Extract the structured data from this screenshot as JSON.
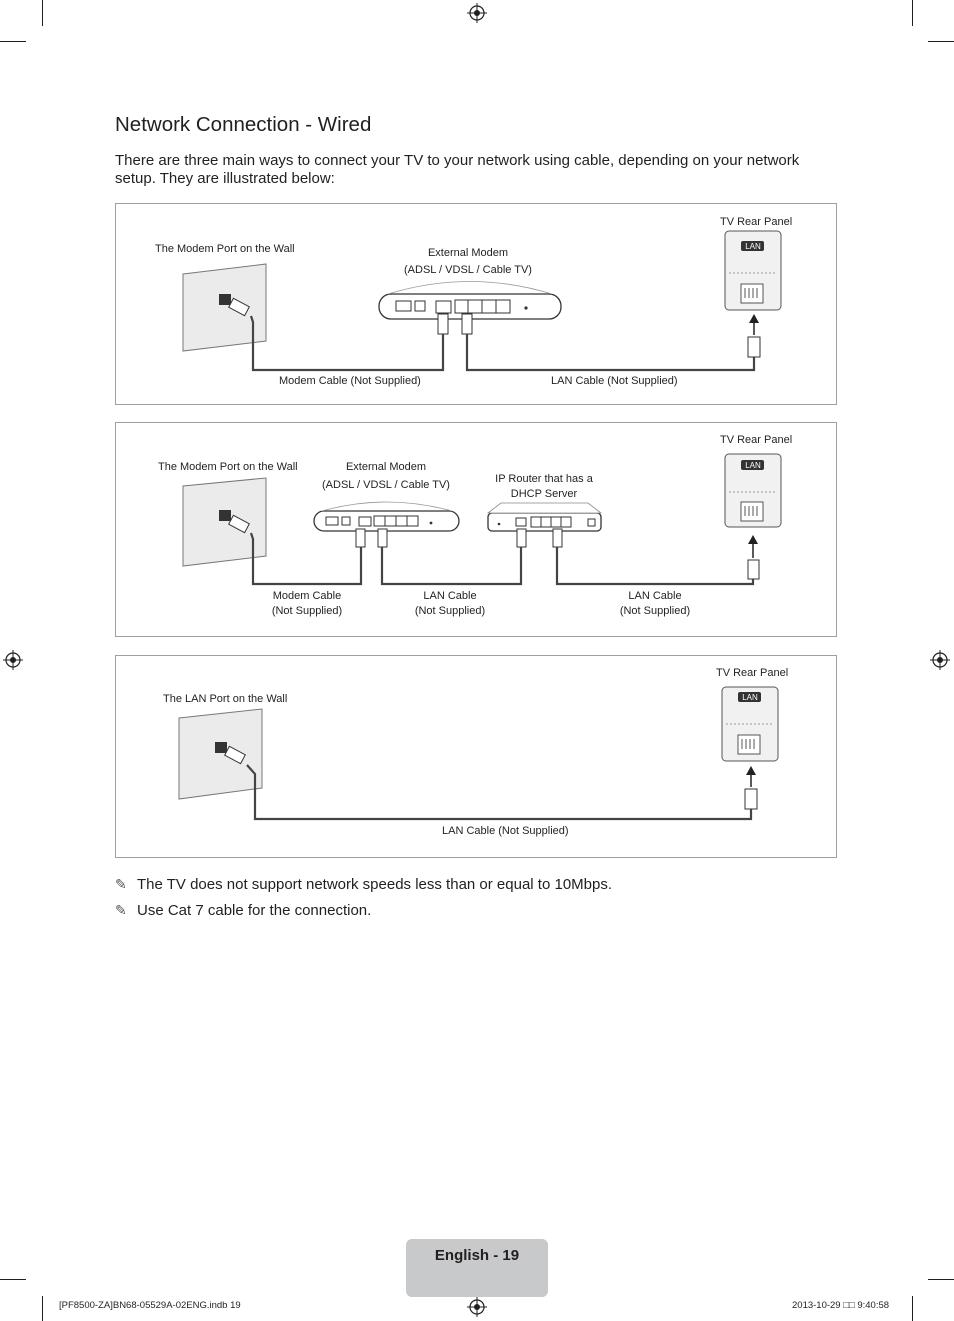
{
  "title": "Network Connection - Wired",
  "intro": "There are three main ways to connect your TV to your network using cable, depending on your network setup. They are illustrated below:",
  "diagram1": {
    "wall": "The Modem Port on the Wall",
    "modem_l1": "External Modem",
    "modem_l2": "(ADSL / VDSL / Cable TV)",
    "tv": "TV Rear Panel",
    "lan": "LAN",
    "cable1": "Modem Cable (Not Supplied)",
    "cable2": "LAN Cable (Not Supplied)"
  },
  "diagram2": {
    "wall": "The Modem Port on the Wall",
    "modem_l1": "External Modem",
    "modem_l2": "(ADSL / VDSL / Cable TV)",
    "router_l1": "IP Router that has a",
    "router_l2": "DHCP Server",
    "tv": "TV Rear Panel",
    "lan": "LAN",
    "cable1_l1": "Modem Cable",
    "cable1_l2": "(Not Supplied)",
    "cable2_l1": "LAN Cable",
    "cable2_l2": "(Not Supplied)",
    "cable3_l1": "LAN Cable",
    "cable3_l2": "(Not Supplied)"
  },
  "diagram3": {
    "wall": "The LAN Port on the Wall",
    "tv": "TV Rear Panel",
    "lan": "LAN",
    "cable": "LAN Cable (Not Supplied)"
  },
  "notes": [
    "The TV does not support network speeds less than or equal to 10Mbps.",
    "Use Cat 7 cable for the connection."
  ],
  "note_icon": "pencil-note-icon",
  "page_label": "English - 19",
  "footer_left": "[PF8500-ZA]BN68-05529A-02ENG.indb   19",
  "footer_right": "2013-10-29   □□ 9:40:58"
}
